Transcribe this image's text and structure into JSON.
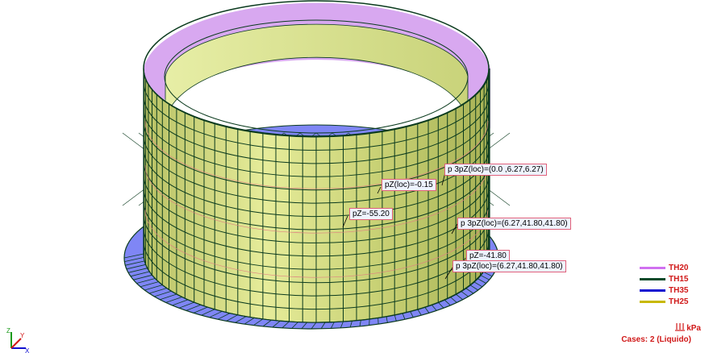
{
  "annotations": [
    {
      "id": "a1",
      "text": "p 3pZ(loc)=(0.0     ,6.27,6.27)"
    },
    {
      "id": "a2",
      "text": "pZ(loc)=-0.15"
    },
    {
      "id": "a3",
      "text": "pZ=-55.20"
    },
    {
      "id": "a4",
      "text": "p 3pZ(loc)=(6.27,41.80,41.80)"
    },
    {
      "id": "a5",
      "text": "pZ=-41.80"
    },
    {
      "id": "a6",
      "text": "p 3pZ(loc)=(6.27,41.80,41.80)"
    }
  ],
  "legend": [
    {
      "label": "TH20",
      "color": "#d070f0"
    },
    {
      "label": "TH15",
      "color": "#0a4a2a"
    },
    {
      "label": "TH35",
      "color": "#1010d0"
    },
    {
      "label": "TH25",
      "color": "#c8b800"
    }
  ],
  "units": {
    "label": "kPa",
    "icon": "pressure-icon"
  },
  "cases": {
    "label": "Cases: 2 (Liquido)"
  },
  "axis": {
    "x": "X",
    "y": "Y",
    "z": "Z"
  },
  "colors": {
    "shell": "#d7e089",
    "shell_dark": "#9aa443",
    "mesh": "#0b3b1e",
    "base": "#7f86f5",
    "ring": "#d8a8f0",
    "accent": "#d01818"
  }
}
